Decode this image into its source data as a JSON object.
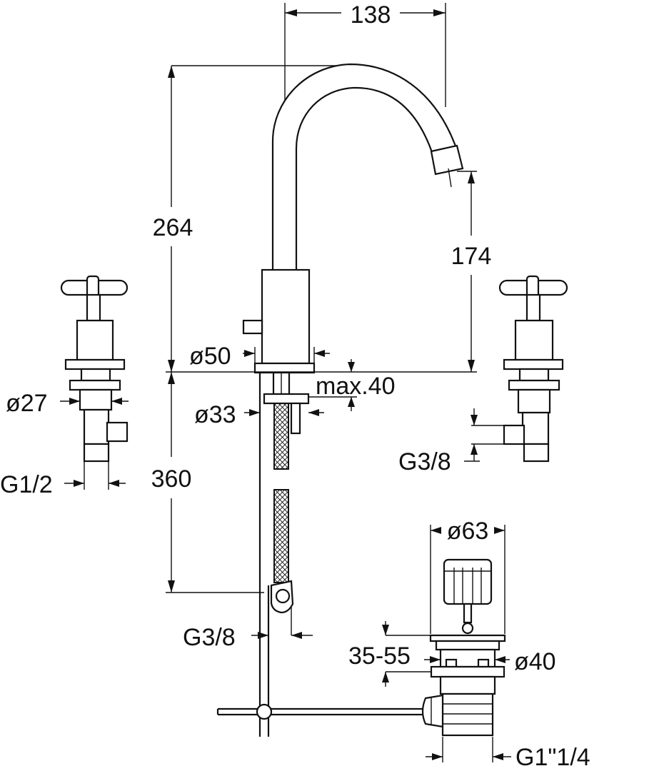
{
  "dimensions": {
    "spout_reach": "138",
    "total_height": "264",
    "spout_height": "174",
    "base_diameter": "ø50",
    "max_deck_thickness": "max.40",
    "shank_diameter": "ø33",
    "supply_height": "360",
    "tail_connection": "G3/8",
    "valve_diameter": "ø27",
    "valve_inlet": "G1/2",
    "valve_outlet": "G3/8",
    "waste_cap_diameter": "ø63",
    "waste_range": "35-55",
    "waste_body_diameter": "ø40",
    "waste_thread": "G1\"1/4"
  }
}
